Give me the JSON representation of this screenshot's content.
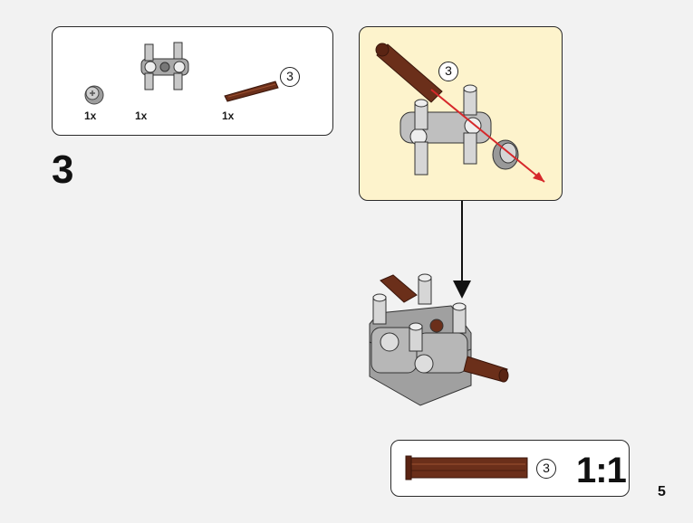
{
  "parts_list": {
    "items": [
      {
        "name": "bush-icon",
        "quantity": "1x"
      },
      {
        "name": "connector-icon",
        "quantity": "1x"
      },
      {
        "name": "axle-icon",
        "quantity": "1x",
        "length_label": "3"
      }
    ]
  },
  "step": {
    "number": "3"
  },
  "callout": {
    "axle_length_label": "3"
  },
  "scale_reference": {
    "axle_length_label": "3",
    "scale": "1:1"
  },
  "page": {
    "number": "5"
  },
  "colors": {
    "callout_bg": "#fdf3cc",
    "axle_brown": "#6b2f1a",
    "part_gray": "#a9a9a9",
    "arrow_red": "#d6282b"
  }
}
